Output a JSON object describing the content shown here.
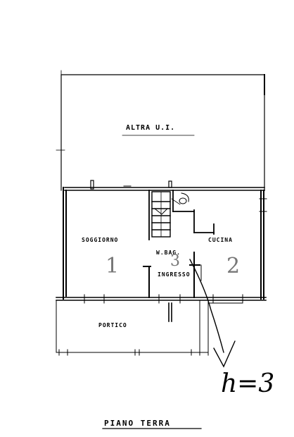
{
  "labels": {
    "other_unit": "ALTRA U.I.",
    "living": "SOGGIORNO",
    "kitchen": "CUCINA",
    "bath": "W.BAG.",
    "entrance": "INGRESSO",
    "porch": "PORTICO",
    "floor_title": "PIANO TERRA"
  },
  "room_numbers": {
    "living": "1",
    "bath": "3",
    "kitchen": "2"
  },
  "handwriting": {
    "height_note": "h=3"
  }
}
